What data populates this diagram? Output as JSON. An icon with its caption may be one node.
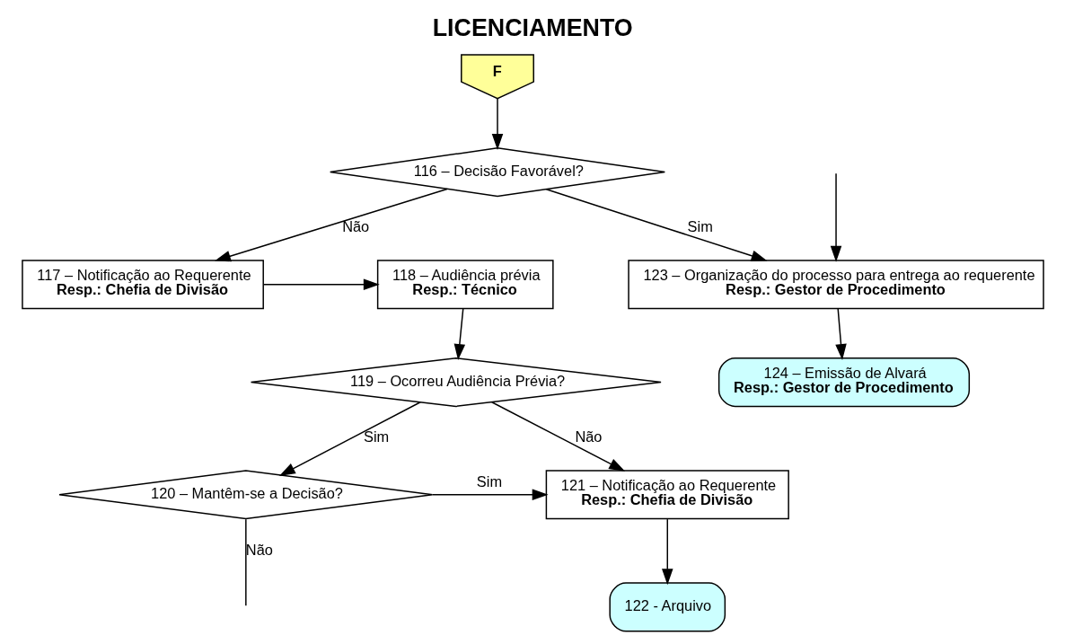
{
  "diagram": {
    "title": "LICENCIAMENTO",
    "nodes": [
      {
        "text": [
          "F"
        ]
      },
      {
        "text": [
          "116 – Decisão Favorável?"
        ]
      },
      {
        "text": [
          "117 – Notificação ao Requerente",
          "Resp.: Chefia de Divisão"
        ]
      },
      {
        "text": [
          "118 – Audiência prévia",
          "Resp.: Técnico"
        ]
      },
      {
        "text": [
          "123 – Organização do processo para entrega ao requerente",
          "Resp.: Gestor de Procedimento"
        ]
      },
      {
        "text": [
          "119 – Ocorreu Audiência Prévia?"
        ]
      },
      {
        "text": [
          "121 – Notificação ao Requerente",
          "Resp.: Chefia de Divisão"
        ]
      },
      {
        "text": [
          "120 – Mantêm-se a Decisão?"
        ]
      },
      {
        "text": [
          "124 – Emissão de Alvará",
          "Resp.: Gestor de Procedimento"
        ]
      },
      {
        "text": [
          "122 - Arquivo"
        ]
      }
    ],
    "edges": [
      {
        "from": 0,
        "to": 1,
        "arrow": "to"
      },
      {
        "from": 1,
        "to": 2,
        "arrow": "to",
        "label": "Não"
      },
      {
        "from": 1,
        "to": 4,
        "arrow": "to",
        "label": "Sim"
      },
      {
        "from": 2,
        "to": 3,
        "arrow": "to"
      },
      {
        "from": 3,
        "to": 5,
        "arrow": "to"
      },
      {
        "from": 5,
        "to": 6,
        "arrow": "to",
        "label": "Não"
      },
      {
        "from": 5,
        "to": 7,
        "arrow": "to",
        "label": "Sim"
      },
      {
        "from": 7,
        "to": 6,
        "arrow": "to",
        "label": "Sim"
      },
      {
        "from": 7,
        "to": null,
        "arrow": "none",
        "label": "Não"
      },
      {
        "from": null,
        "to": 4,
        "arrow": "to"
      },
      {
        "from": 4,
        "to": 8,
        "arrow": "to"
      },
      {
        "from": 6,
        "to": 9,
        "arrow": "to"
      }
    ]
  }
}
